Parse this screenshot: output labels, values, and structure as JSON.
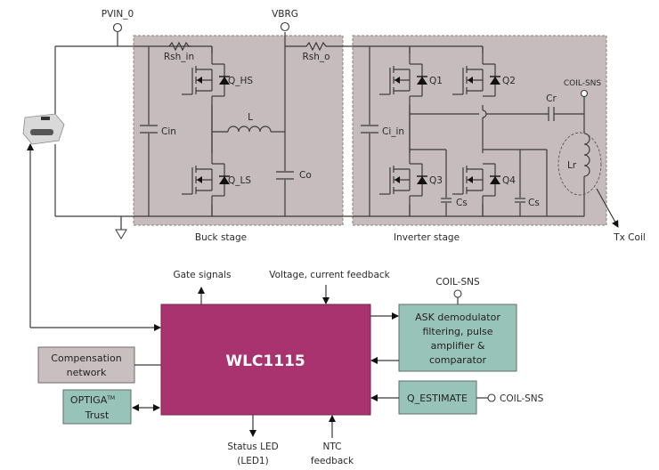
{
  "diagram": {
    "title": "WLC1115 wireless charging transmitter block diagram",
    "nodes": {
      "pvin": "PVIN_0",
      "vbrg": "VBRG",
      "coil_sns_top": "COIL-SNS",
      "coil_sns_ask": "COIL-SNS",
      "coil_sns_q": "COIL-SNS"
    },
    "buck_stage": {
      "label": "Buck stage",
      "components": {
        "rsh_in": "Rsh_in",
        "q_hs": "Q_HS",
        "q_ls": "Q_LS",
        "cin": "Cin",
        "inductor": "L",
        "co": "Co"
      }
    },
    "rsh_o": "Rsh_o",
    "inverter_stage": {
      "label": "Inverter stage",
      "components": {
        "q1": "Q1",
        "q2": "Q2",
        "q3": "Q3",
        "q4": "Q4",
        "ci_in": "Ci_in",
        "cs1": "Cs",
        "cs2": "Cs",
        "cr": "Cr",
        "lr": "Lr"
      }
    },
    "tx_coil": "Tx Coil",
    "controller": {
      "name": "WLC1115",
      "gate_signals": "Gate signals",
      "feedback": "Voltage, current feedback",
      "status_led_line1": "Status LED",
      "status_led_line2": "(LED1)",
      "ntc_line1": "NTC",
      "ntc_line2": "feedback"
    },
    "blocks": {
      "ask": [
        "ASK demodulator",
        "filtering, pulse",
        "amplifier &",
        "comparator"
      ],
      "q_estimate": "Q_ESTIMATE",
      "compensation": [
        "Compensation",
        "network"
      ],
      "optiga_line1": "OPTIGA",
      "optiga_tm": "TM",
      "optiga_line2": "Trust"
    },
    "colors": {
      "controller": "#a8336f",
      "teal_blocks": "#98c3b8",
      "grey_blocks": "#c9bfc0",
      "stage_bg": "#c7bcbd"
    }
  }
}
